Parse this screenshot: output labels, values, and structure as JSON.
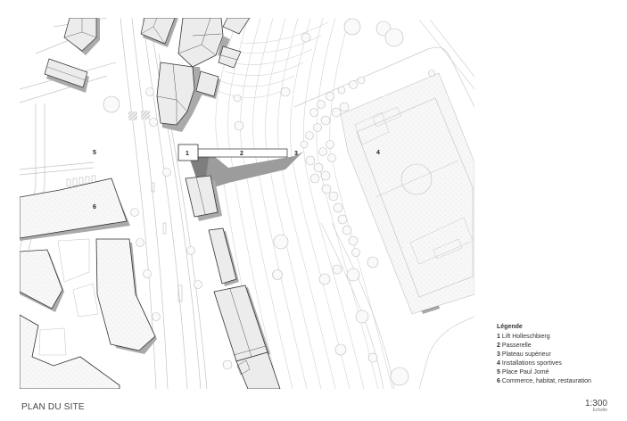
{
  "plan": {
    "title": "PLAN DU SITE",
    "scale_value": "1:300",
    "scale_label": "Echelle"
  },
  "map_labels": {
    "l1": "1",
    "l2": "2",
    "l3": "3",
    "l4": "4",
    "l5": "5",
    "l6": "6"
  },
  "legend": {
    "title": "Légende",
    "items": [
      {
        "num": "1",
        "label": "Lift Holleschbierg"
      },
      {
        "num": "2",
        "label": "Passerelle"
      },
      {
        "num": "3",
        "label": "Plateau supérieur"
      },
      {
        "num": "4",
        "label": "Installations sportives"
      },
      {
        "num": "5",
        "label": "Place Paul Jomé"
      },
      {
        "num": "6",
        "label": "Commerce, habitat, restauration"
      }
    ]
  },
  "colors": {
    "building_fill": "#ececec",
    "shadow": "#a9a9a9",
    "line": "#c8c8c8",
    "outline": "#333333"
  }
}
